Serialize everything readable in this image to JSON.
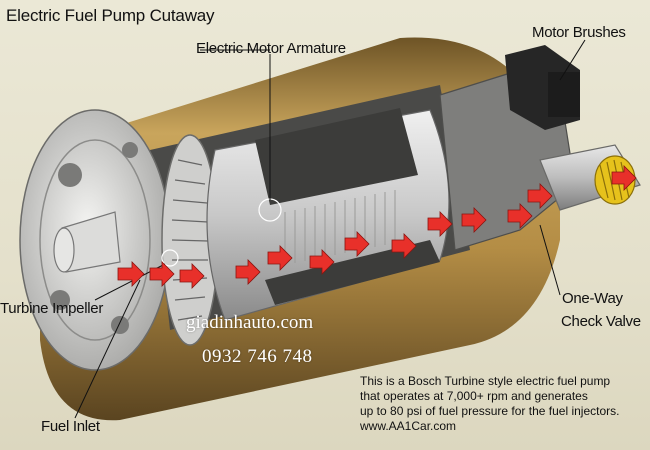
{
  "title": "Electric Fuel Pump Cutaway",
  "labels": {
    "armature": "Electric Motor Armature",
    "brushes": "Motor Brushes",
    "impeller": "Turbine Impeller",
    "check_valve_line1": "One-Way",
    "check_valve_line2": "Check Valve",
    "fuel_inlet": "Fuel Inlet"
  },
  "watermark": {
    "site": "giadinhauto.com",
    "phone": "0932 746 748"
  },
  "description": {
    "line1": "This is a Bosch Turbine style electric fuel pump",
    "line2": "that operates at 7,000+ rpm and generates",
    "line3": "up to 80 psi of fuel pressure for the fuel injectors.",
    "line4": "www.AA1Car.com"
  },
  "colors": {
    "background": "#e6e2cf",
    "housing": "#b8934a",
    "arrow": "#e8302a",
    "valve_spring": "#e6c21c"
  }
}
